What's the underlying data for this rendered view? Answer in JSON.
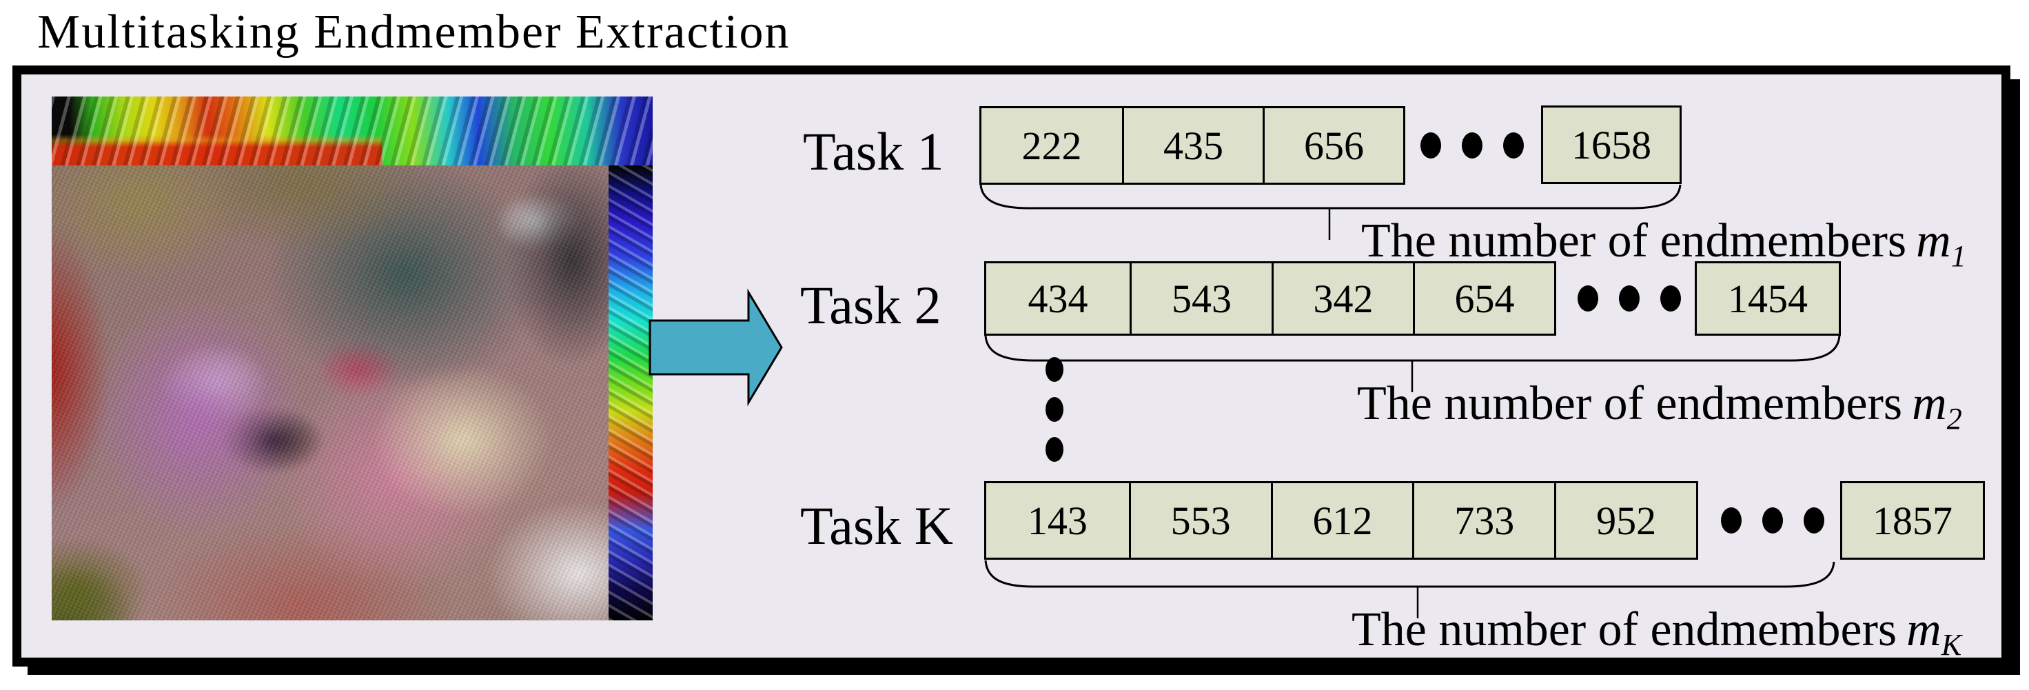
{
  "title": "Multitasking Endmember Extraction",
  "figure": {
    "image": "hyperspectral-image-cube",
    "arrow": "right-block-arrow"
  },
  "tasks": [
    {
      "label": "Task 1",
      "values": [
        "222",
        "435",
        "656"
      ],
      "last_value": "1658",
      "caption": "The number of endmembers",
      "var": "m",
      "sub": "1"
    },
    {
      "label": "Task 2",
      "values": [
        "434",
        "543",
        "342",
        "654"
      ],
      "last_value": "1454",
      "caption": "The number of endmembers",
      "var": "m",
      "sub": "2"
    },
    {
      "label": "Task K",
      "values": [
        "143",
        "553",
        "612",
        "733",
        "952"
      ],
      "last_value": "1857",
      "caption": "The number of endmembers",
      "var": "m",
      "sub": "K"
    }
  ],
  "colors": {
    "panel_background": "#ebe9ef",
    "box_fill": "#dde1cc",
    "arrow_fill": "#4aabc7",
    "line": "#000000"
  }
}
